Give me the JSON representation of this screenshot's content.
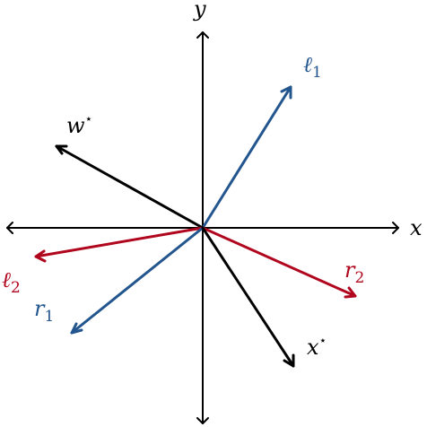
{
  "axes": {
    "x_label": "x",
    "y_label": "y"
  },
  "colors": {
    "axis": "#000000",
    "black_vector": "#000000",
    "blue_vector": "#23558e",
    "red_vector": "#b0061e"
  },
  "vectors": [
    {
      "id": "l1",
      "main": "ℓ",
      "sub": "1",
      "sup": "",
      "color_key": "blue_vector"
    },
    {
      "id": "w-star",
      "main": "w",
      "sub": "",
      "sup": "⋆",
      "color_key": "black_vector"
    },
    {
      "id": "l2",
      "main": "ℓ",
      "sub": "2",
      "sup": "",
      "color_key": "red_vector"
    },
    {
      "id": "r1",
      "main": "r",
      "sub": "1",
      "sup": "",
      "color_key": "blue_vector"
    },
    {
      "id": "r2",
      "main": "r",
      "sub": "2",
      "sup": "",
      "color_key": "red_vector"
    },
    {
      "id": "x-star",
      "main": "x",
      "sub": "",
      "sup": "⋆",
      "color_key": "black_vector"
    }
  ]
}
